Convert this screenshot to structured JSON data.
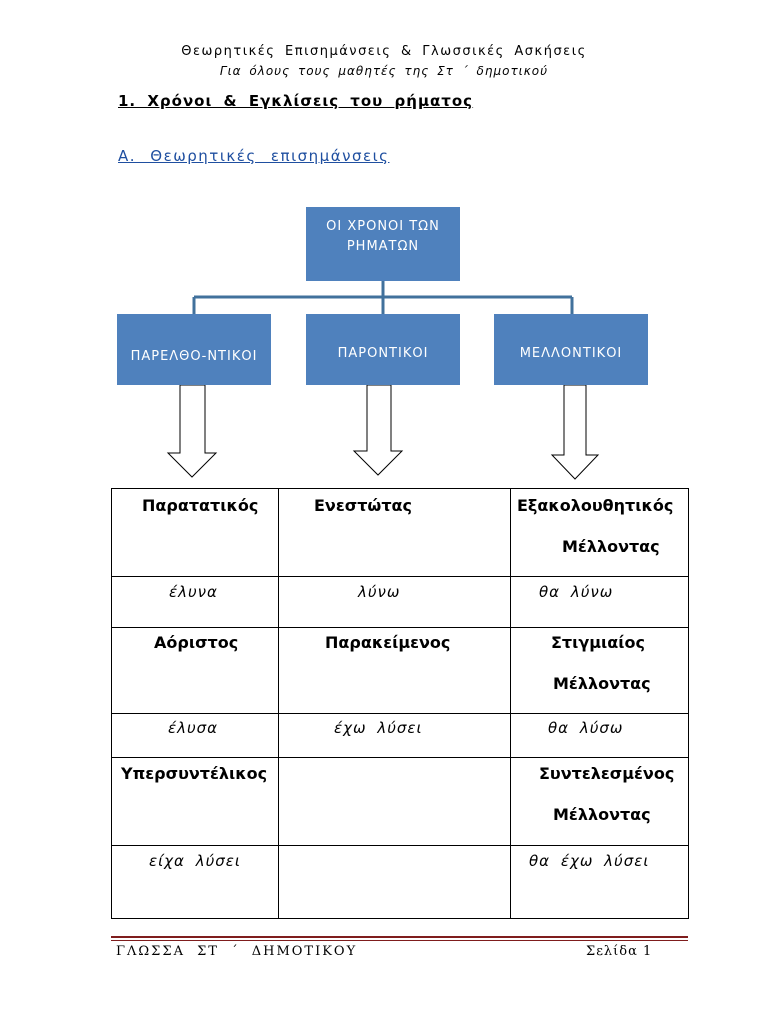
{
  "header": {
    "title": "Θεωρητικές Επισημάνσεις & Γλωσσικές Ασκήσεις",
    "subtitle": "Για όλους τους μαθητές της Στ ΄ δημοτικού"
  },
  "section": {
    "heading": "1. Χρόνοι & Εγκλίσεις του ρήματος",
    "subheading": "Α. Θεωρητικές επισημάνσεις"
  },
  "diagram": {
    "root": "ΟΙ ΧΡΟΝΟΙ ΤΩΝ ΡΗΜΑΤΩΝ",
    "branches": [
      "ΠΑΡΕΛΘΟ-ΝΤΙΚΟΙ",
      "ΠΑΡΟΝΤΙΚΟΙ",
      "ΜΕΛΛΟΝΤΙΚΟΙ"
    ],
    "box_color": "#4f81bd"
  },
  "table": {
    "rows": [
      {
        "type": "names",
        "cells": [
          {
            "line1": "Παρατατικός",
            "line2": ""
          },
          {
            "line1": "Ενεστώτας",
            "line2": ""
          },
          {
            "line1": "Εξακολουθητικός",
            "line2": "Μέλλοντας"
          }
        ]
      },
      {
        "type": "forms",
        "cells": [
          "έλυνα",
          "λύνω",
          "θα λύνω"
        ]
      },
      {
        "type": "names",
        "cells": [
          {
            "line1": "Αόριστος",
            "line2": ""
          },
          {
            "line1": "Παρακείμενος",
            "line2": ""
          },
          {
            "line1": "Στιγμιαίος",
            "line2": "Μέλλοντας"
          }
        ]
      },
      {
        "type": "forms",
        "cells": [
          "έλυσα",
          "έχω λύσει",
          "θα λύσω"
        ]
      },
      {
        "type": "names",
        "cells": [
          {
            "line1": "Υπερσυντέλικος",
            "line2": ""
          },
          {
            "line1": "",
            "line2": ""
          },
          {
            "line1": "Συντελεσμένος",
            "line2": "Μέλλοντας"
          }
        ]
      },
      {
        "type": "forms",
        "cells": [
          "είχα λύσει",
          "",
          "θα έχω λύσει"
        ]
      }
    ]
  },
  "footer": {
    "left": "ΓΛΩΣΣΑ ΣΤ ΄ ΔΗΜΟΤΙΚΟΥ",
    "right": "Σελίδα 1"
  }
}
